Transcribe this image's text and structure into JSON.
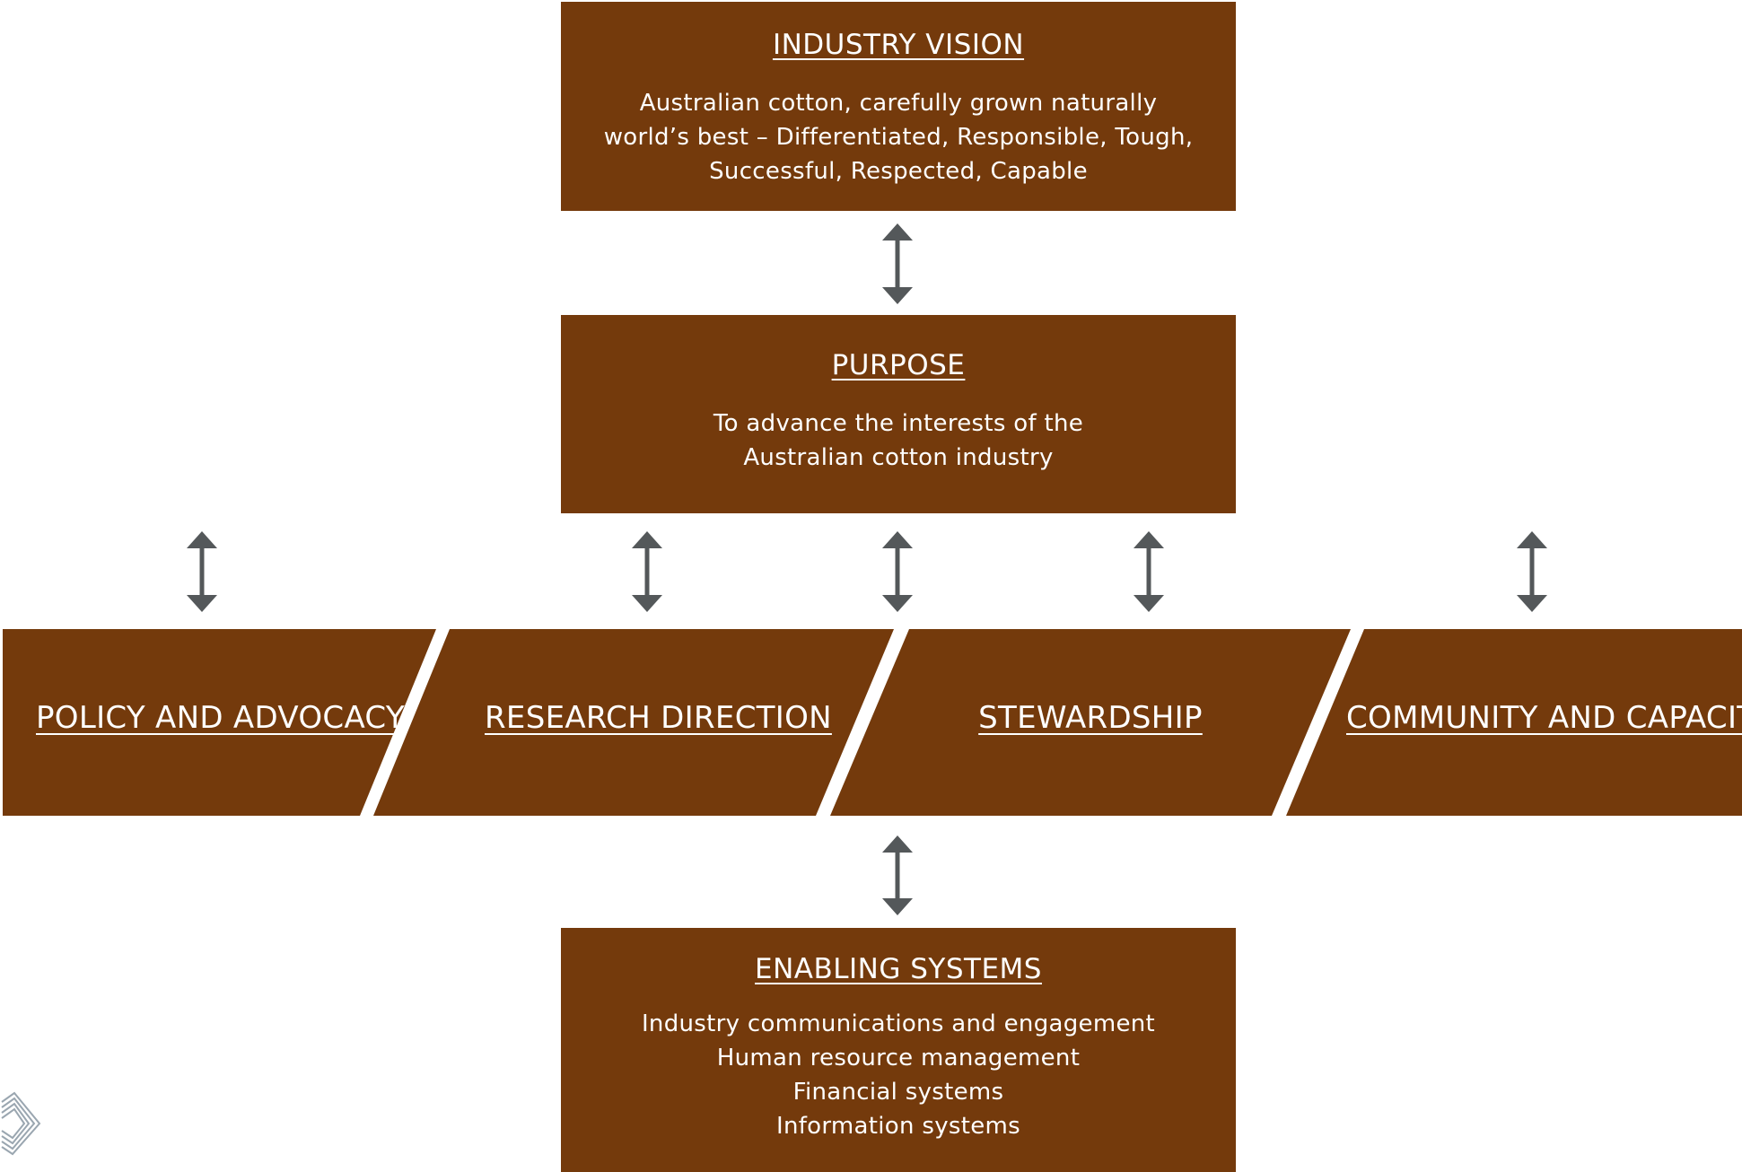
{
  "colors": {
    "box_fill": "#743a0c",
    "box_text": "#ffffff",
    "arrow": "#54585a",
    "logo": "#9aa6b0"
  },
  "vision": {
    "title": "INDUSTRY VISION",
    "lines": [
      "Australian cotton, carefully grown naturally",
      "world’s best  – Differentiated, Responsible, Tough,",
      "Successful, Respected, Capable"
    ]
  },
  "purpose": {
    "title": "PURPOSE",
    "lines": [
      "To advance the interests of the",
      "Australian cotton industry"
    ]
  },
  "pillars": [
    {
      "label": "POLICY AND ADVOCACY"
    },
    {
      "label": "RESEARCH DIRECTION"
    },
    {
      "label": "STEWARDSHIP"
    },
    {
      "label": "COMMUNITY AND CAPACITY"
    }
  ],
  "enabling": {
    "title": "ENABLING SYSTEMS",
    "lines": [
      "Industry communications and engagement",
      "Human resource management",
      "Financial systems",
      "Information systems"
    ]
  },
  "icons": {
    "arrows": "double-headed-vertical-arrow-icon",
    "logo": "logo-icon"
  }
}
